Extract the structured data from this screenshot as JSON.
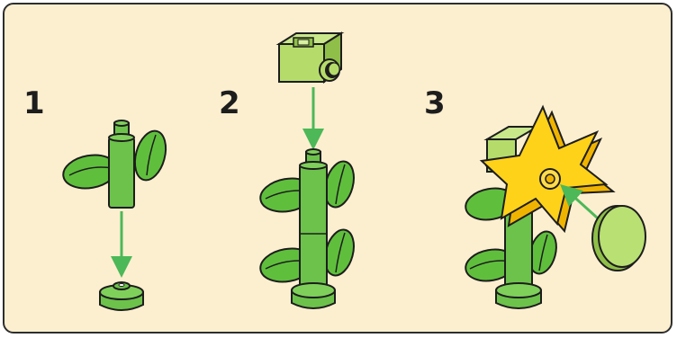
{
  "steps": [
    {
      "number": "1"
    },
    {
      "number": "2"
    },
    {
      "number": "3"
    }
  ],
  "colors": {
    "background": "#fcefcf",
    "border": "#2e2e2e",
    "stem_green": "#6cc24a",
    "stem_green_dark": "#4aa32e",
    "leaf_green": "#5fbf3c",
    "arrow_green": "#4cb858",
    "lime_brick": "#b5dc6a",
    "lime_brick_dark": "#8fbf48",
    "star_yellow": "#ffd21a",
    "star_yellow_dark": "#f0b400",
    "tile_lime": "#b9e072"
  }
}
